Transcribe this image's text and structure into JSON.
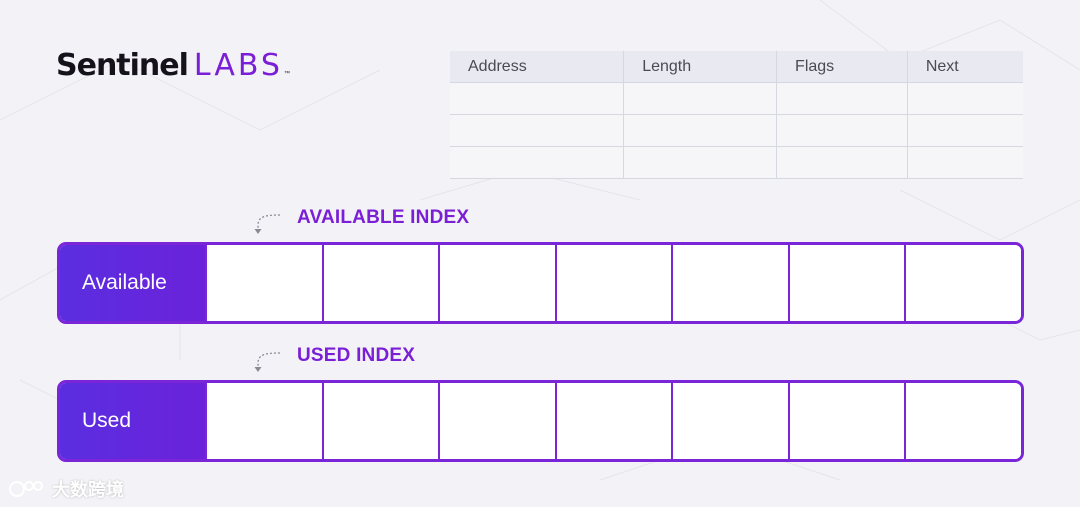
{
  "brand": {
    "name_bold": "Sentinel",
    "name_light": "LABS",
    "tm": "™",
    "accent_color": "#7a1fd6"
  },
  "descriptor_table": {
    "headers": [
      "Address",
      "Length",
      "Flags",
      "Next"
    ],
    "rows": [
      [
        "",
        "",
        "",
        ""
      ],
      [
        "",
        "",
        "",
        ""
      ],
      [
        "",
        "",
        "",
        ""
      ]
    ]
  },
  "available": {
    "index_label": "AVAILABLE INDEX",
    "ring_label": "Available",
    "slots": 7
  },
  "used": {
    "index_label": "USED INDEX",
    "ring_label": "Used",
    "slots": 7
  },
  "watermark": {
    "text": "大数跨境"
  }
}
